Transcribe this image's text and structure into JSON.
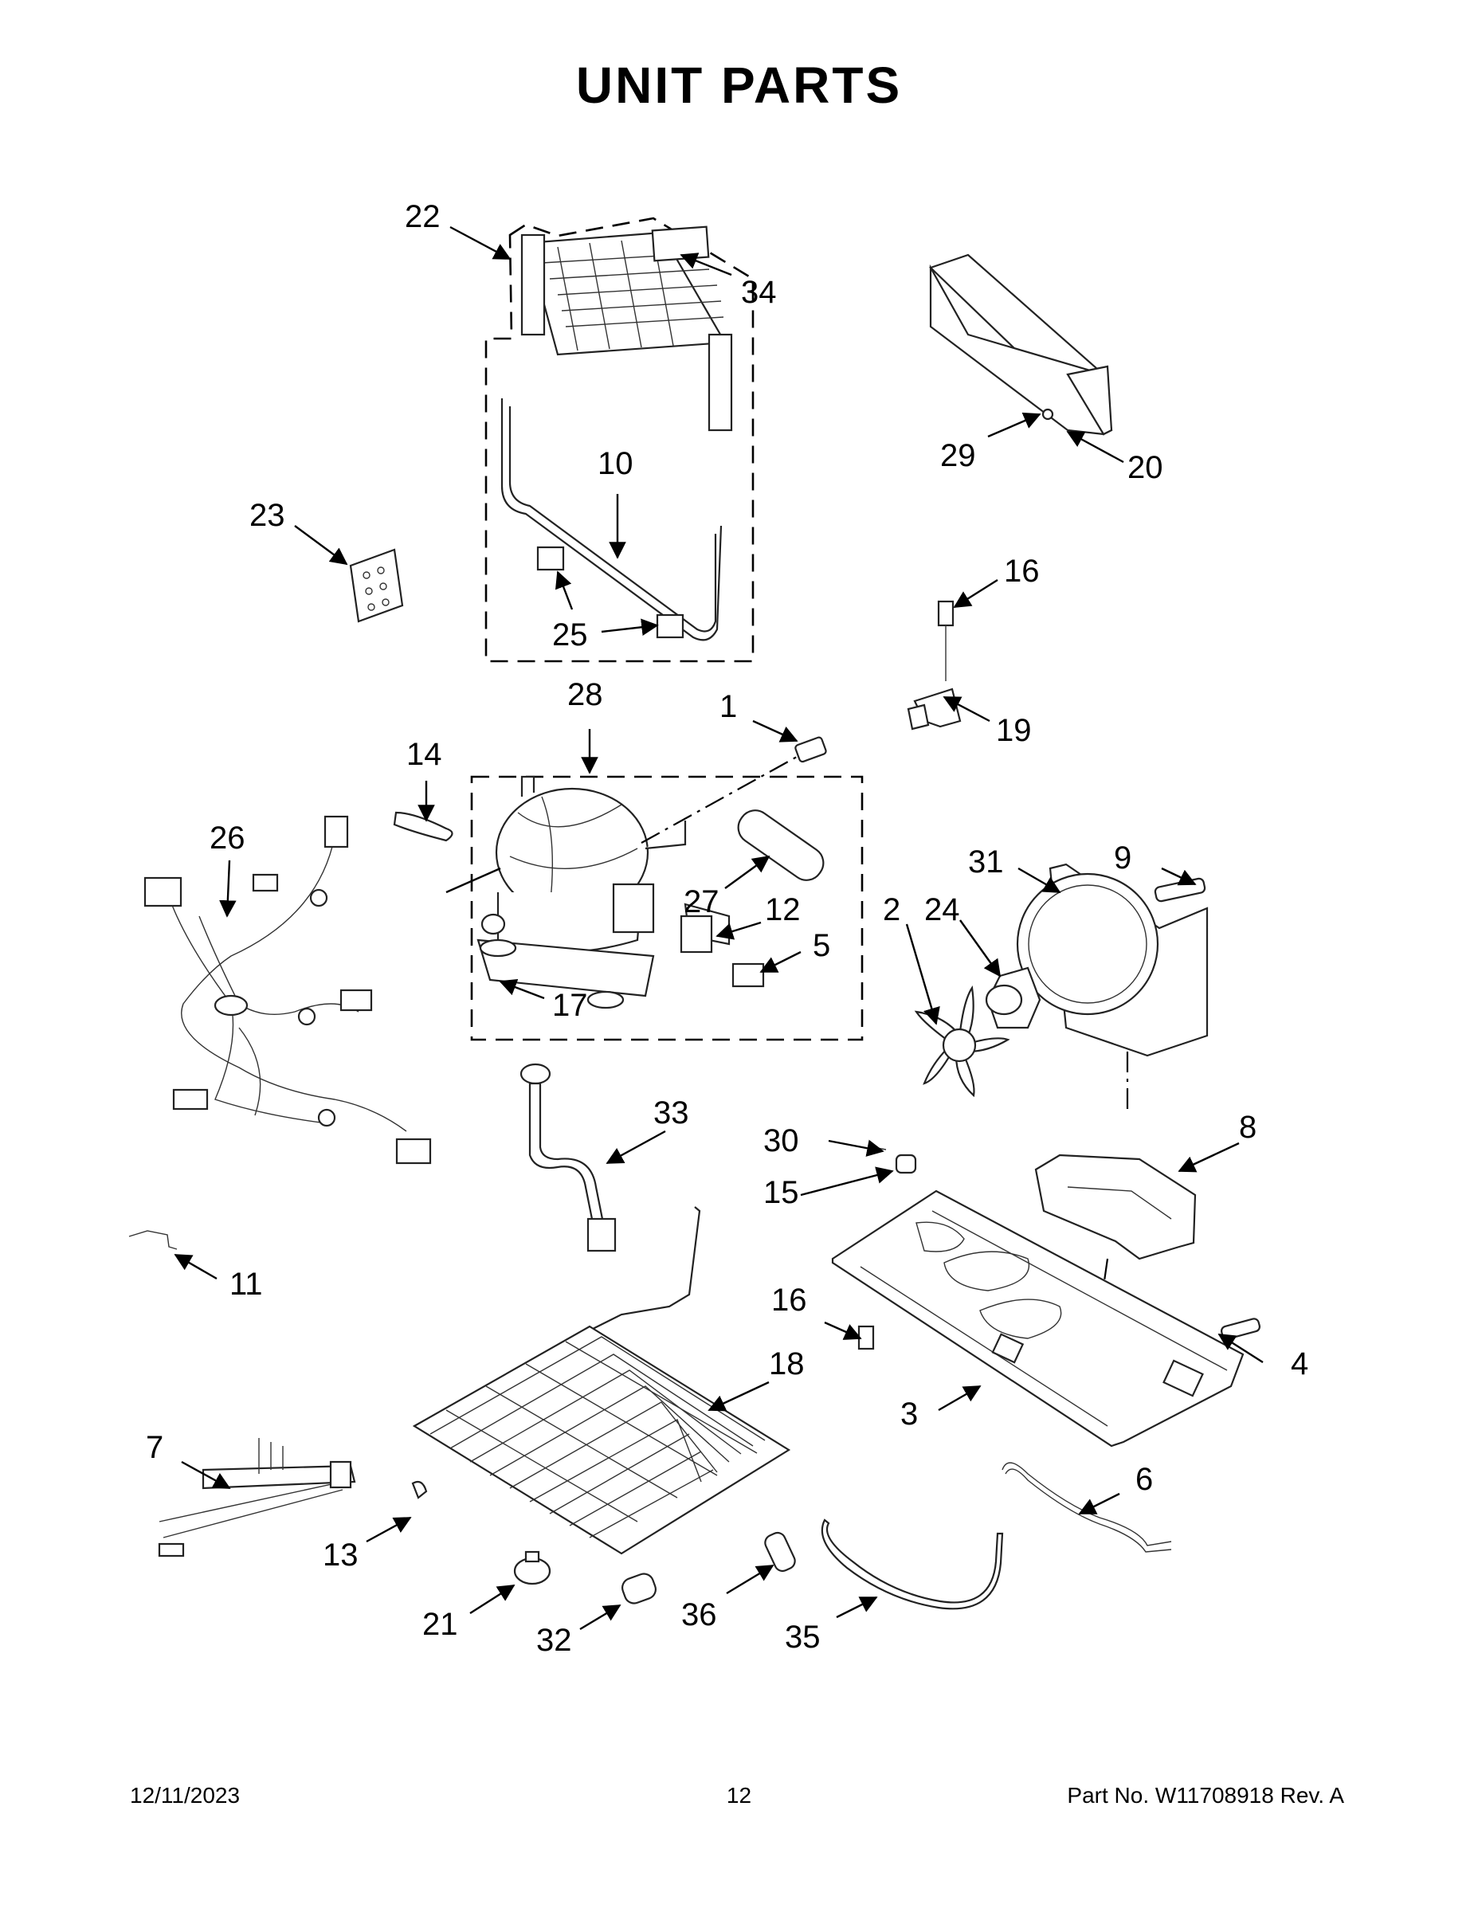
{
  "title": "UNIT  PARTS",
  "footer": {
    "date": "12/11/2023",
    "page": "12",
    "part_no": "Part No.  W11708918  Rev.  A"
  },
  "callouts": {
    "c1": "1",
    "c2": "2",
    "c3": "3",
    "c4": "4",
    "c5": "5",
    "c6": "6",
    "c7": "7",
    "c8": "8",
    "c9": "9",
    "c10": "10",
    "c11": "11",
    "c12": "12",
    "c13": "13",
    "c14": "14",
    "c15": "15",
    "c16a": "16",
    "c16b": "16",
    "c17": "17",
    "c18": "18",
    "c19": "19",
    "c20": "20",
    "c21": "21",
    "c22": "22",
    "c23": "23",
    "c24": "24",
    "c25": "25",
    "c26": "26",
    "c27": "27",
    "c28": "28",
    "c29": "29",
    "c30": "30",
    "c31": "31",
    "c32": "32",
    "c33": "33",
    "c34": "34",
    "c35": "35",
    "c36": "36"
  }
}
